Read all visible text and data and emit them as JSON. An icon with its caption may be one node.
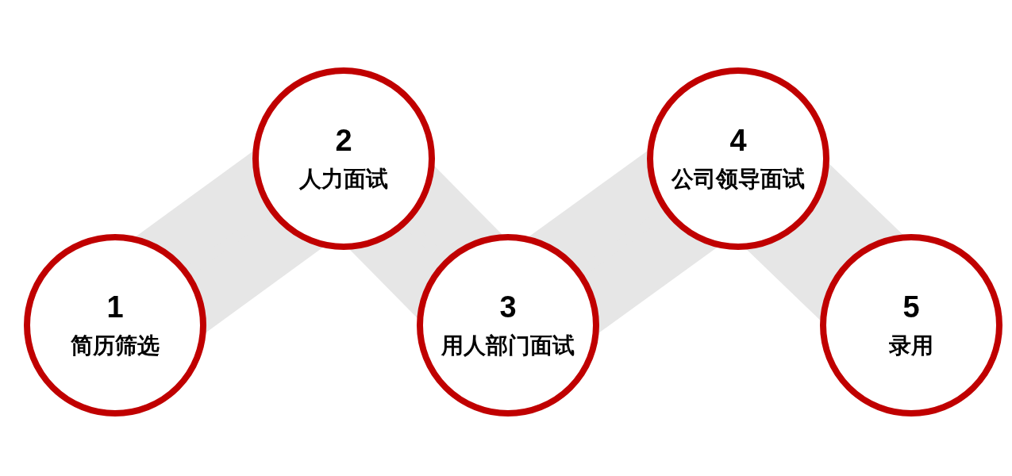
{
  "diagram": {
    "nodes": [
      {
        "text": [
          "1",
          "简历筛选"
        ]
      },
      {
        "text": [
          "2",
          "人力面试"
        ]
      },
      {
        "text": [
          "3",
          "用人部门面试"
        ]
      },
      {
        "text": [
          "4",
          "公司领导面试"
        ]
      },
      {
        "text": [
          "5",
          "录用"
        ]
      }
    ],
    "edges": [
      {
        "from": 0,
        "to": 1,
        "arrow": "none",
        "style": "thick"
      },
      {
        "from": 1,
        "to": 2,
        "arrow": "none",
        "style": "thick"
      },
      {
        "from": 2,
        "to": 3,
        "arrow": "none",
        "style": "thick"
      },
      {
        "from": 3,
        "to": 4,
        "arrow": "none",
        "style": "thick"
      }
    ]
  }
}
